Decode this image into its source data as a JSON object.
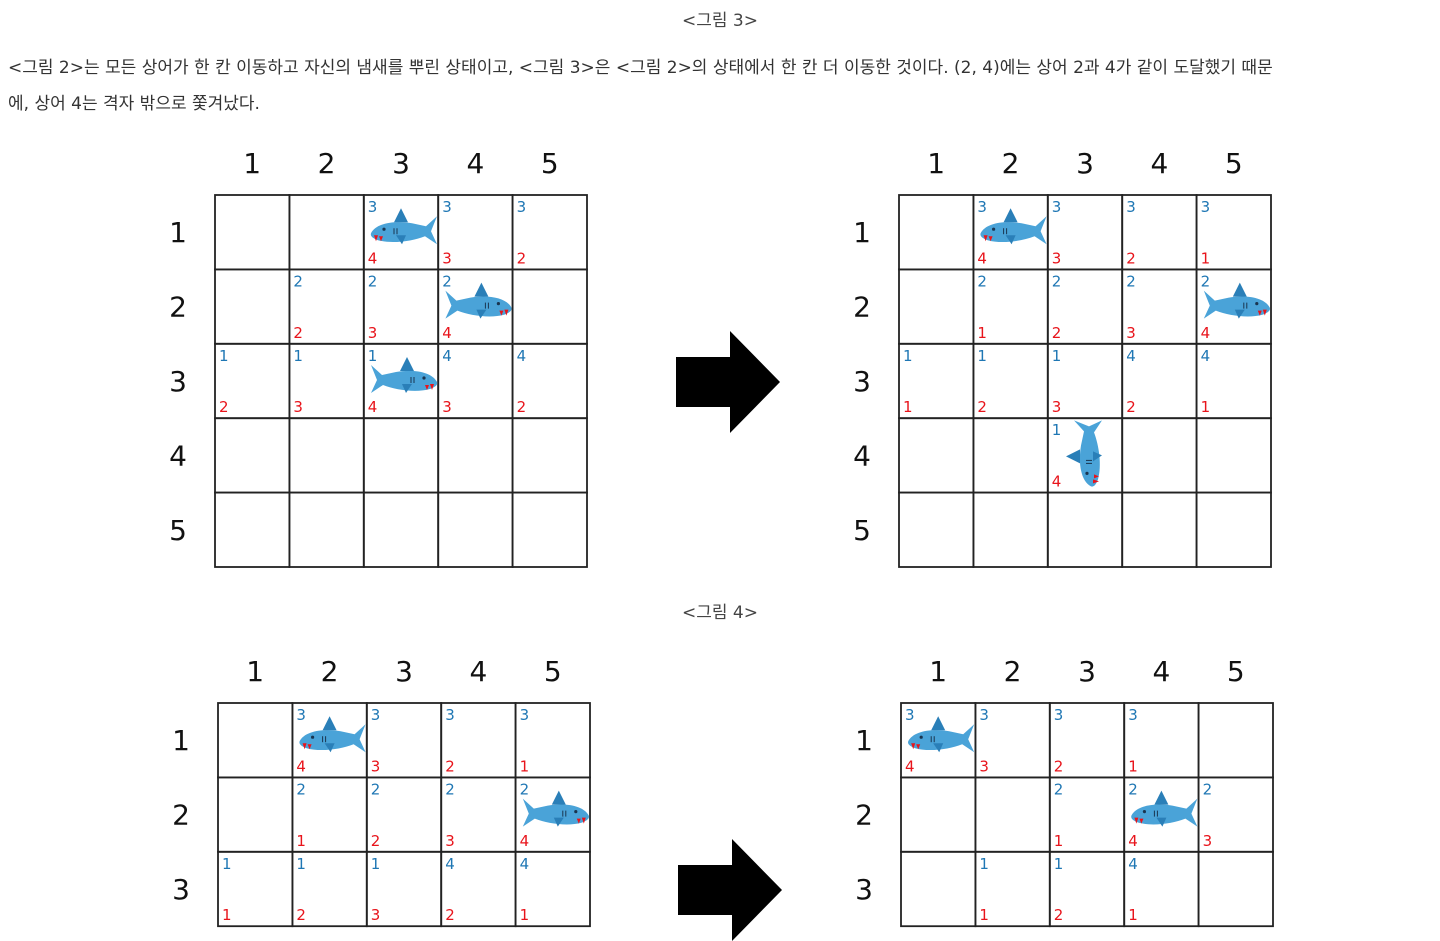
{
  "captions": {
    "fig3": "<그림 3>",
    "fig4": "<그림 4>"
  },
  "paragraph": {
    "line1": "<그림 2>는 모든 상어가 한 칸 이동하고 자신의 냄새를 뿌린 상태이고, <그림 3>은 <그림 2>의 상태에서 한 칸 더 이동한 것이다. (2, 4)에는 상어 2과 4가 같이 도달했기 때문",
    "line2": "에, 상어 4는 격자 밖으로 쫓겨났다."
  },
  "colors": {
    "shark_number": "#1f77b4",
    "smell_time": "#e8141b",
    "shark_body": "#4aa3d8",
    "shark_fin": "#2a7fb8",
    "grid": "#222222",
    "arrow": "#000000"
  },
  "grids": [
    {
      "name": "fig3-before",
      "col_labels": [
        "1",
        "2",
        "3",
        "4",
        "5"
      ],
      "row_labels": [
        "1",
        "2",
        "3",
        "4",
        "5"
      ],
      "cells": [
        {
          "r": 1,
          "c": 3,
          "shark": "3",
          "time": "4",
          "has_shark": true,
          "orient": "left"
        },
        {
          "r": 1,
          "c": 4,
          "shark": "3",
          "time": "3"
        },
        {
          "r": 1,
          "c": 5,
          "shark": "3",
          "time": "2"
        },
        {
          "r": 2,
          "c": 2,
          "shark": "2",
          "time": "2"
        },
        {
          "r": 2,
          "c": 3,
          "shark": "2",
          "time": "3"
        },
        {
          "r": 2,
          "c": 4,
          "shark": "2",
          "time": "4",
          "has_shark": true,
          "orient": "right"
        },
        {
          "r": 3,
          "c": 1,
          "shark": "1",
          "time": "2"
        },
        {
          "r": 3,
          "c": 2,
          "shark": "1",
          "time": "3"
        },
        {
          "r": 3,
          "c": 3,
          "shark": "1",
          "time": "4",
          "has_shark": true,
          "orient": "right"
        },
        {
          "r": 3,
          "c": 4,
          "shark": "4",
          "time": "3"
        },
        {
          "r": 3,
          "c": 5,
          "shark": "4",
          "time": "2"
        }
      ]
    },
    {
      "name": "fig3-after",
      "col_labels": [
        "1",
        "2",
        "3",
        "4",
        "5"
      ],
      "row_labels": [
        "1",
        "2",
        "3",
        "4",
        "5"
      ],
      "cells": [
        {
          "r": 1,
          "c": 2,
          "shark": "3",
          "time": "4",
          "has_shark": true,
          "orient": "left"
        },
        {
          "r": 1,
          "c": 3,
          "shark": "3",
          "time": "3"
        },
        {
          "r": 1,
          "c": 4,
          "shark": "3",
          "time": "2"
        },
        {
          "r": 1,
          "c": 5,
          "shark": "3",
          "time": "1"
        },
        {
          "r": 2,
          "c": 2,
          "shark": "2",
          "time": "1"
        },
        {
          "r": 2,
          "c": 3,
          "shark": "2",
          "time": "2"
        },
        {
          "r": 2,
          "c": 4,
          "shark": "2",
          "time": "3"
        },
        {
          "r": 2,
          "c": 5,
          "shark": "2",
          "time": "4",
          "has_shark": true,
          "orient": "right"
        },
        {
          "r": 3,
          "c": 1,
          "shark": "1",
          "time": "1"
        },
        {
          "r": 3,
          "c": 2,
          "shark": "1",
          "time": "2"
        },
        {
          "r": 3,
          "c": 3,
          "shark": "1",
          "time": "3"
        },
        {
          "r": 3,
          "c": 4,
          "shark": "4",
          "time": "2"
        },
        {
          "r": 3,
          "c": 5,
          "shark": "4",
          "time": "1"
        },
        {
          "r": 4,
          "c": 3,
          "shark": "1",
          "time": "4",
          "has_shark": true,
          "orient": "down"
        }
      ]
    },
    {
      "name": "fig4-before",
      "col_labels": [
        "1",
        "2",
        "3",
        "4",
        "5"
      ],
      "row_labels": [
        "1",
        "2",
        "3"
      ],
      "cells": [
        {
          "r": 1,
          "c": 2,
          "shark": "3",
          "time": "4",
          "has_shark": true,
          "orient": "left"
        },
        {
          "r": 1,
          "c": 3,
          "shark": "3",
          "time": "3"
        },
        {
          "r": 1,
          "c": 4,
          "shark": "3",
          "time": "2"
        },
        {
          "r": 1,
          "c": 5,
          "shark": "3",
          "time": "1"
        },
        {
          "r": 2,
          "c": 2,
          "shark": "2",
          "time": "1"
        },
        {
          "r": 2,
          "c": 3,
          "shark": "2",
          "time": "2"
        },
        {
          "r": 2,
          "c": 4,
          "shark": "2",
          "time": "3"
        },
        {
          "r": 2,
          "c": 5,
          "shark": "2",
          "time": "4",
          "has_shark": true,
          "orient": "right"
        },
        {
          "r": 3,
          "c": 1,
          "shark": "1",
          "time": "1"
        },
        {
          "r": 3,
          "c": 2,
          "shark": "1",
          "time": "2"
        },
        {
          "r": 3,
          "c": 3,
          "shark": "1",
          "time": "3"
        },
        {
          "r": 3,
          "c": 4,
          "shark": "4",
          "time": "2"
        },
        {
          "r": 3,
          "c": 5,
          "shark": "4",
          "time": "1"
        }
      ]
    },
    {
      "name": "fig4-after",
      "col_labels": [
        "1",
        "2",
        "3",
        "4",
        "5"
      ],
      "row_labels": [
        "1",
        "2",
        "3"
      ],
      "cells": [
        {
          "r": 1,
          "c": 1,
          "shark": "3",
          "time": "4",
          "has_shark": true,
          "orient": "left"
        },
        {
          "r": 1,
          "c": 2,
          "shark": "3",
          "time": "3"
        },
        {
          "r": 1,
          "c": 3,
          "shark": "3",
          "time": "2"
        },
        {
          "r": 1,
          "c": 4,
          "shark": "3",
          "time": "1"
        },
        {
          "r": 2,
          "c": 3,
          "shark": "2",
          "time": "1"
        },
        {
          "r": 2,
          "c": 4,
          "shark": "2",
          "time": "4",
          "has_shark": true,
          "orient": "left"
        },
        {
          "r": 2,
          "c": 5,
          "shark": "2",
          "time": "3"
        },
        {
          "r": 3,
          "c": 2,
          "shark": "1",
          "time": "1"
        },
        {
          "r": 3,
          "c": 3,
          "shark": "1",
          "time": "2"
        },
        {
          "r": 3,
          "c": 4,
          "shark": "4",
          "time": "1"
        }
      ]
    }
  ]
}
